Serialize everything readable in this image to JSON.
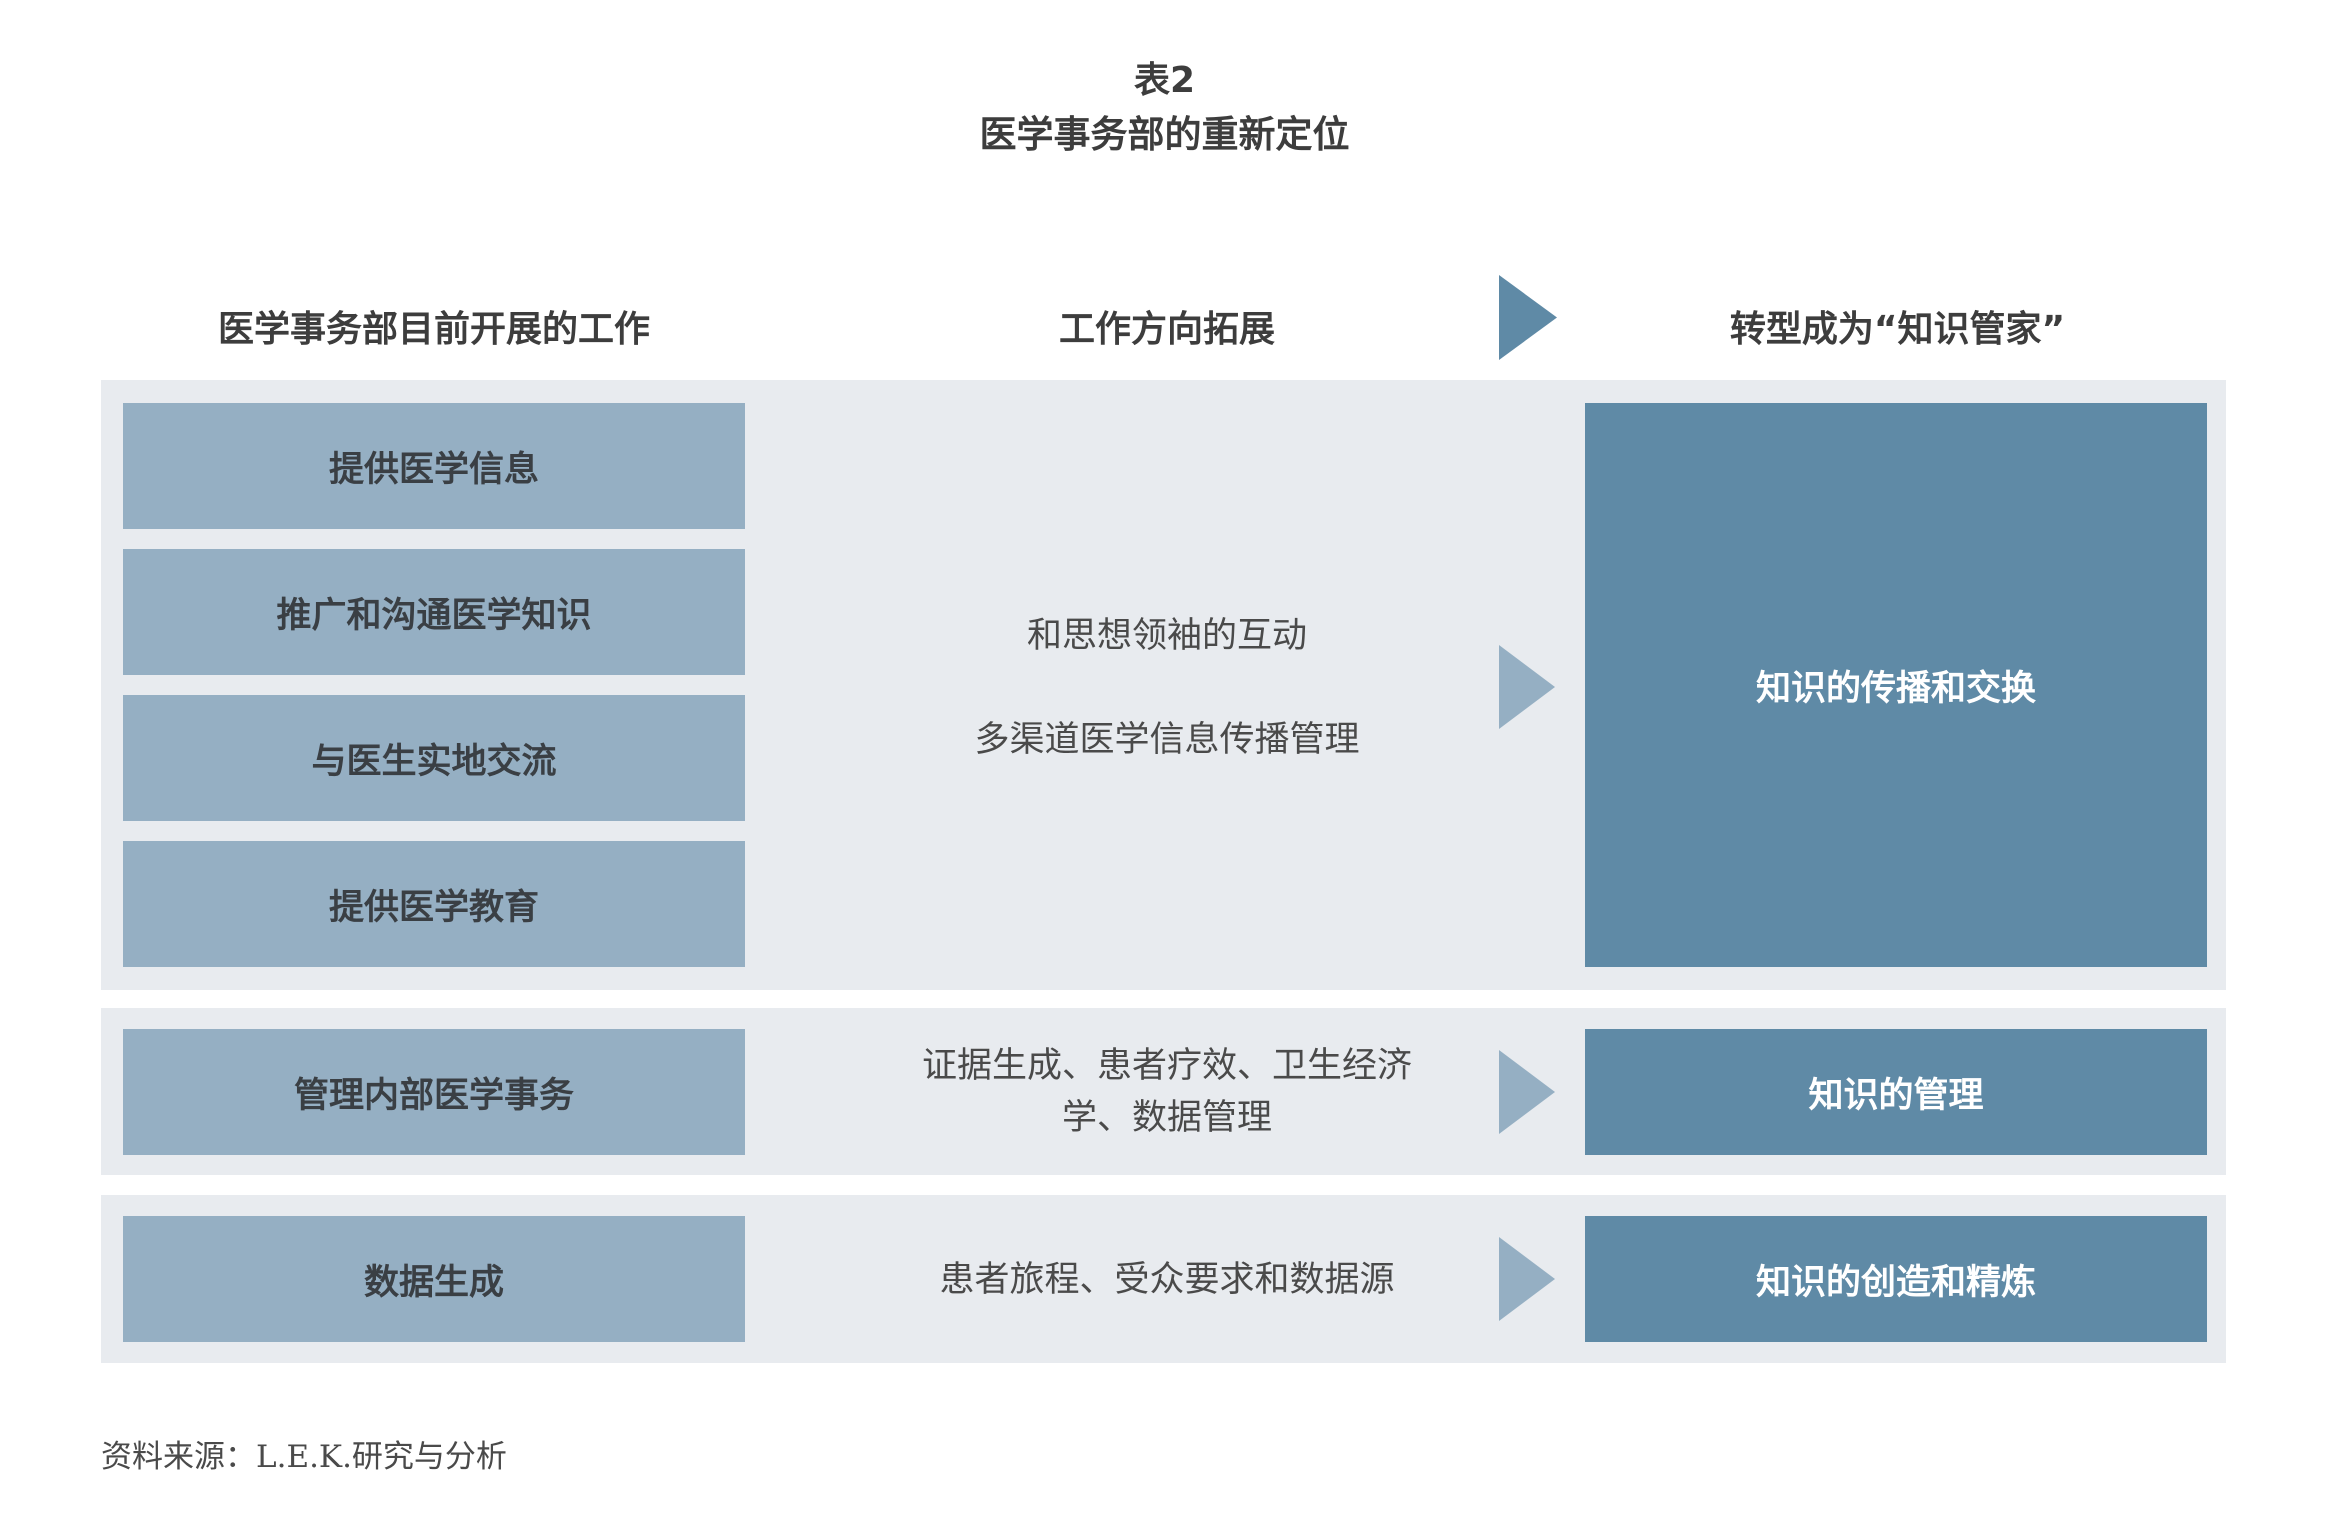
{
  "title": {
    "line1": "表2",
    "line2": "医学事务部的重新定位"
  },
  "headers": {
    "left": "医学事务部目前开展的工作",
    "middle": "工作方向拓展",
    "right": "转型成为“知识管家”"
  },
  "rows": [
    {
      "left_items": [
        "提供医学信息",
        "推广和沟通医学知识",
        "与医生实地交流",
        "提供医学教育"
      ],
      "middle_lines": [
        "和思想领袖的互动",
        "多渠道医学信息传播管理"
      ],
      "right": "知识的传播和交换"
    },
    {
      "left_items": [
        "管理内部医学事务"
      ],
      "middle_lines": [
        "证据生成、患者疗效、卫生经济",
        "学、数据管理"
      ],
      "right": "知识的管理"
    },
    {
      "left_items": [
        "数据生成"
      ],
      "middle_lines": [
        "患者旅程、受众要求和数据源"
      ],
      "right": "知识的创造和精炼"
    }
  ],
  "source": "资料来源：L.E.K.研究与分析",
  "colors": {
    "panel_bg": "#e8ebef",
    "left_box": "#95afc3",
    "right_box": "#5f8aa6",
    "header_arrow": "#5f8aa6",
    "row_arrow": "#95afc3"
  },
  "icons": {
    "header_arrow": "triangle-right-icon",
    "row_arrow": "triangle-right-icon"
  }
}
